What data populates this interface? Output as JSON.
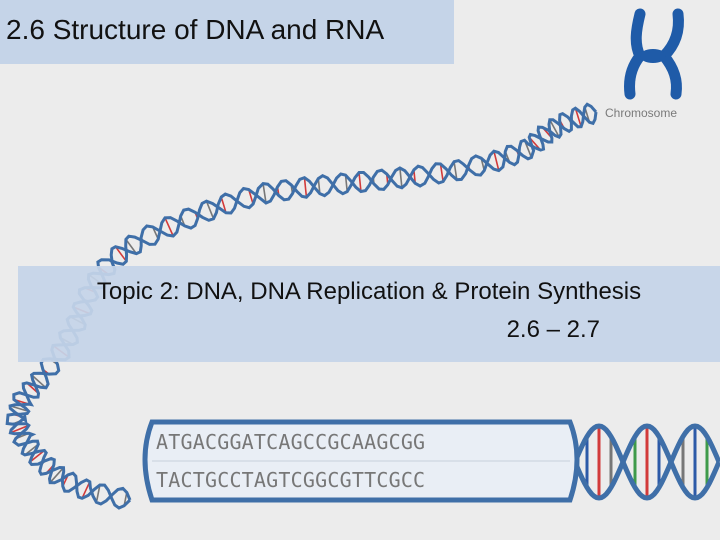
{
  "slide": {
    "title": "2.6 Structure of DNA and RNA",
    "caption_line1": "Topic 2: DNA, DNA Replication & Protein Synthesis",
    "caption_line2": "2.6 – 2.7"
  },
  "figure": {
    "chromosome_label": "Chromosome",
    "sequence_top": "ATGACGGATCAGCCGCAAGCGG",
    "sequence_bottom": "TACTGCCTAGTCGGCGTTCGCC"
  },
  "colors": {
    "title_bg": "#c5d4e8",
    "helix_blue": "#3f6fa8",
    "chromosome_blue": "#1f5ba8",
    "base_red": "#d23a3a",
    "base_green": "#3e9a4a",
    "base_blue": "#2c5aa8",
    "base_gray": "#777777"
  }
}
